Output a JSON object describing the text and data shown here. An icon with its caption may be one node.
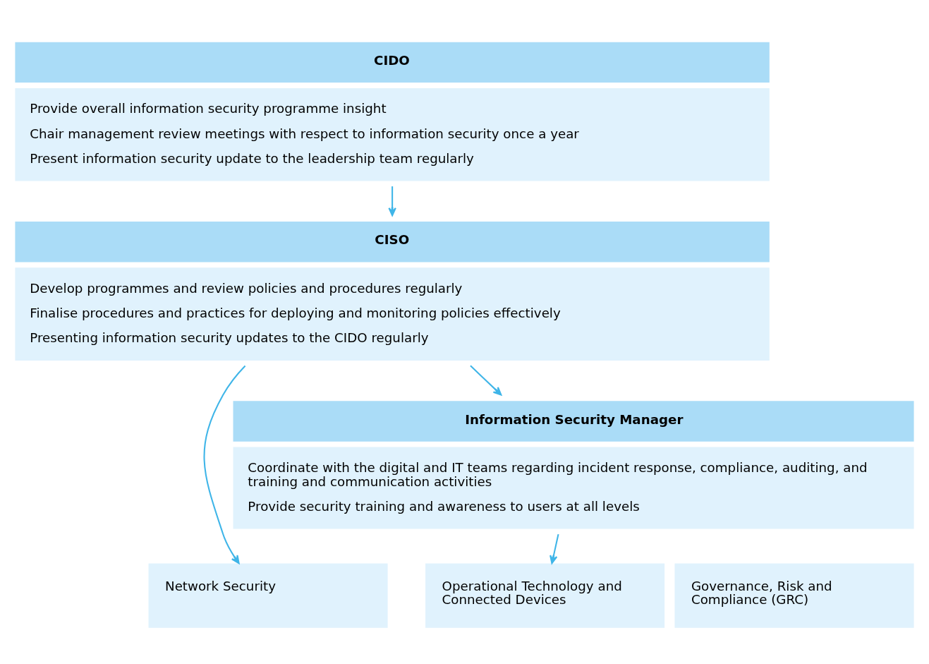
{
  "diagram": {
    "nodes": [
      {
        "text": [
          "CIDO",
          "Provide overall information security programme insight",
          "Chair management review meetings with respect to information security once a year",
          "Present information security update to the leadership team regularly"
        ]
      },
      {
        "text": [
          "CISO",
          "Develop programmes and review policies and procedures regularly",
          "Finalise procedures and practices for deploying and monitoring policies effectively",
          "Presenting information security updates to the CIDO regularly"
        ]
      },
      {
        "text": [
          "Information Security Manager",
          "Coordinate with the digital and IT teams regarding incident response, compliance, auditing, and training and communication activities",
          "Provide security training and awareness to users at all levels"
        ]
      },
      {
        "text": [
          "Network Security"
        ]
      },
      {
        "text": [
          "Operational Technology and Connected Devices"
        ]
      },
      {
        "text": [
          "Governance, Risk and Compliance (GRC)"
        ]
      }
    ],
    "edges": [
      {
        "from": 0,
        "to": 1,
        "arrow": "to"
      },
      {
        "from": 1,
        "to": 2,
        "arrow": "to"
      },
      {
        "from": 1,
        "to": 3,
        "arrow": "to"
      },
      {
        "from": 2,
        "to": 4,
        "arrow": "to"
      }
    ]
  }
}
